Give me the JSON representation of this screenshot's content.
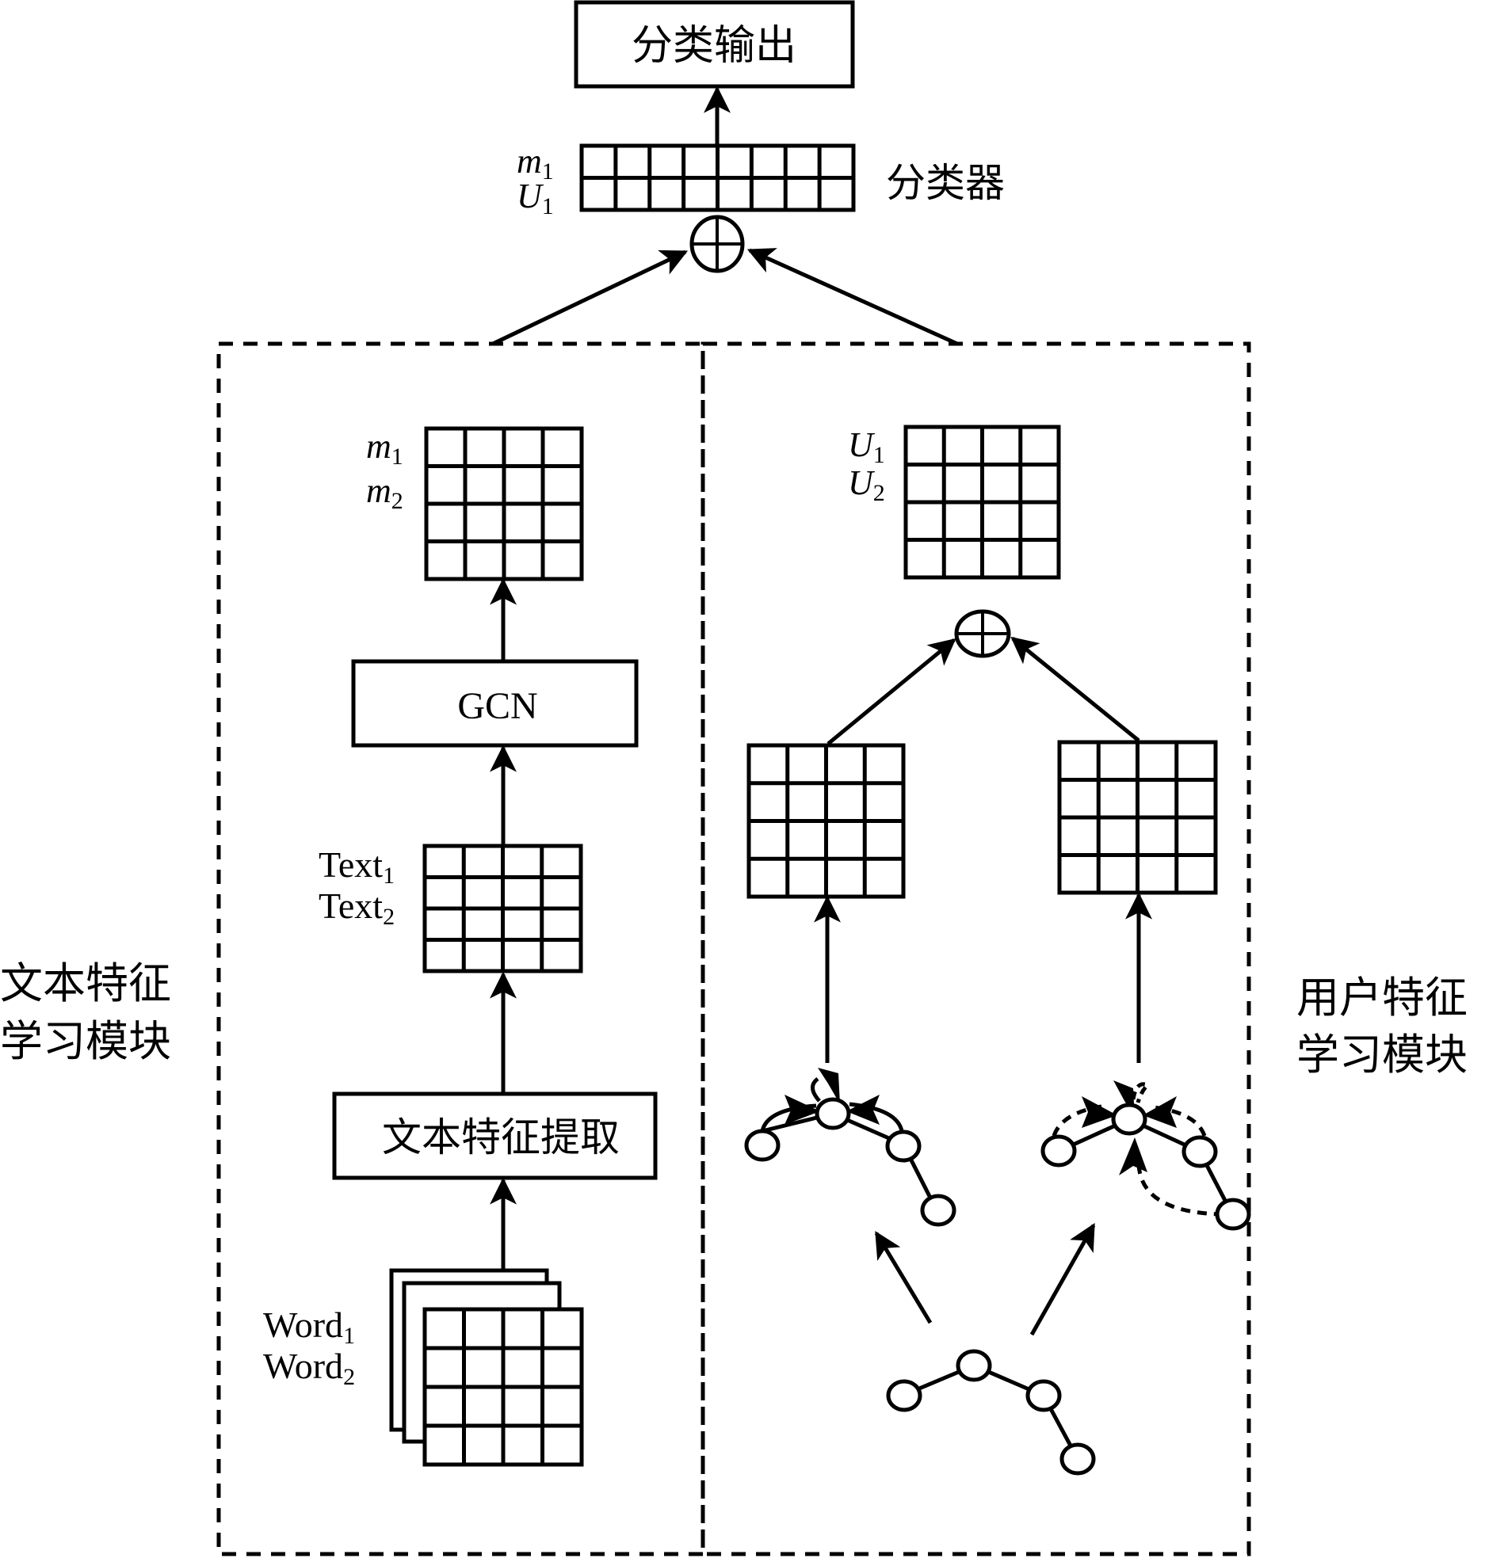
{
  "diagram": {
    "output_box": {
      "label": "分类输出"
    },
    "classifier": {
      "label": "分类器",
      "row_labels": [
        {
          "sym": "m",
          "sub": "1"
        },
        {
          "sym": "U",
          "sub": "1"
        }
      ],
      "rows": 2,
      "cols": 8
    },
    "text_module": {
      "label_line1": "文本特征",
      "label_line2": "学习模块",
      "m_matrix": {
        "row_labels": [
          {
            "sym": "m",
            "sub": "1"
          },
          {
            "sym": "m",
            "sub": "2"
          }
        ],
        "rows": 4,
        "cols": 4
      },
      "gcn_box": {
        "label": "GCN"
      },
      "text_matrix": {
        "row_labels": [
          {
            "sym": "Text",
            "sub": "1"
          },
          {
            "sym": "Text",
            "sub": "2"
          }
        ],
        "rows": 4,
        "cols": 4
      },
      "extract_box": {
        "label": "文本特征提取"
      },
      "word_matrices": {
        "row_labels": [
          {
            "sym": "Word",
            "sub": "1"
          },
          {
            "sym": "Word",
            "sub": "2"
          }
        ],
        "rows": 4,
        "cols": 4,
        "stack_count": 3
      }
    },
    "user_module": {
      "label_line1": "用户特征",
      "label_line2": "学习模块",
      "u_matrix": {
        "row_labels": [
          {
            "sym": "U",
            "sub": "1"
          },
          {
            "sym": "U",
            "sub": "2"
          }
        ],
        "rows": 4,
        "cols": 4
      },
      "left_matrix": {
        "rows": 4,
        "cols": 4
      },
      "right_matrix": {
        "rows": 4,
        "cols": 4
      },
      "graphs": [
        "left-aggregation-graph",
        "right-aggregation-graph",
        "input-user-graph"
      ]
    },
    "operators": [
      "concat-top",
      "concat-user"
    ]
  }
}
